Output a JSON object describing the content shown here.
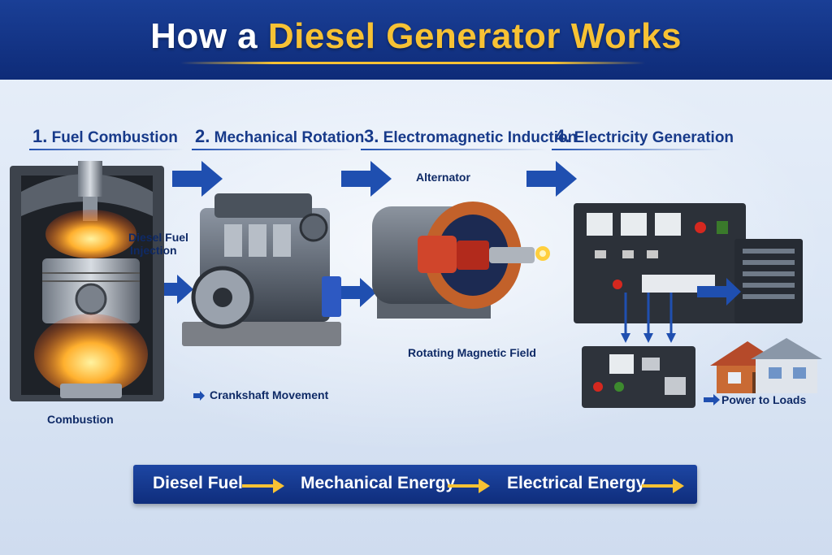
{
  "title": {
    "part1": "How a ",
    "part2": "Diesel Generator Works"
  },
  "steps": [
    {
      "num": "1.",
      "label": "Fuel Combustion"
    },
    {
      "num": "2.",
      "label": "Mechanical Rotation"
    },
    {
      "num": "3.",
      "label": "Electromagnetic Induction"
    },
    {
      "num": "4.",
      "label": "Electricity Generation"
    }
  ],
  "labels": {
    "diesel_fuel_injection_1": "Diesel Fuel",
    "diesel_fuel_injection_2": "Injection",
    "combustion": "Combustion",
    "crankshaft": "Crankshaft Movement",
    "alternator": "Alternator",
    "rotating_field": "Rotating Magnetic Field",
    "power_to_loads": "Power to Loads"
  },
  "flow": [
    "Diesel Fuel",
    "Mechanical Energy",
    "Electrical Energy"
  ],
  "colors": {
    "banner": "#0e2b78",
    "title_accent": "#f7c234",
    "step_text": "#173a8a",
    "arrow_blue": "#1f4fb0",
    "arrow_gold": "#f7c234",
    "copper": "#c2612a"
  }
}
